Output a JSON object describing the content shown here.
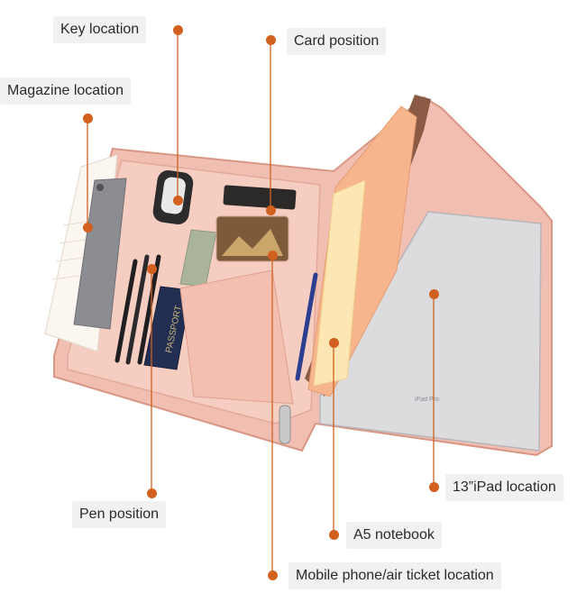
{
  "colors": {
    "accent": "#d2611f",
    "label_bg": "#f1f1f1",
    "case_pink": "#f3c3b6",
    "case_edge": "#e8a99a",
    "lining_brown": "#8a5a44",
    "ipad_silver": "#d9d9dc"
  },
  "labels": {
    "key_location": "Key location",
    "card_position": "Card position",
    "magazine_location": "Magazine location",
    "pen_position": "Pen position",
    "ipad_location": "13”iPad location",
    "a5_notebook": "A5 notebook",
    "mobile_location": "Mobile phone/air ticket location"
  },
  "product_text": {
    "passport": "PASSPORT",
    "ipad_model": "iPad Pro"
  }
}
